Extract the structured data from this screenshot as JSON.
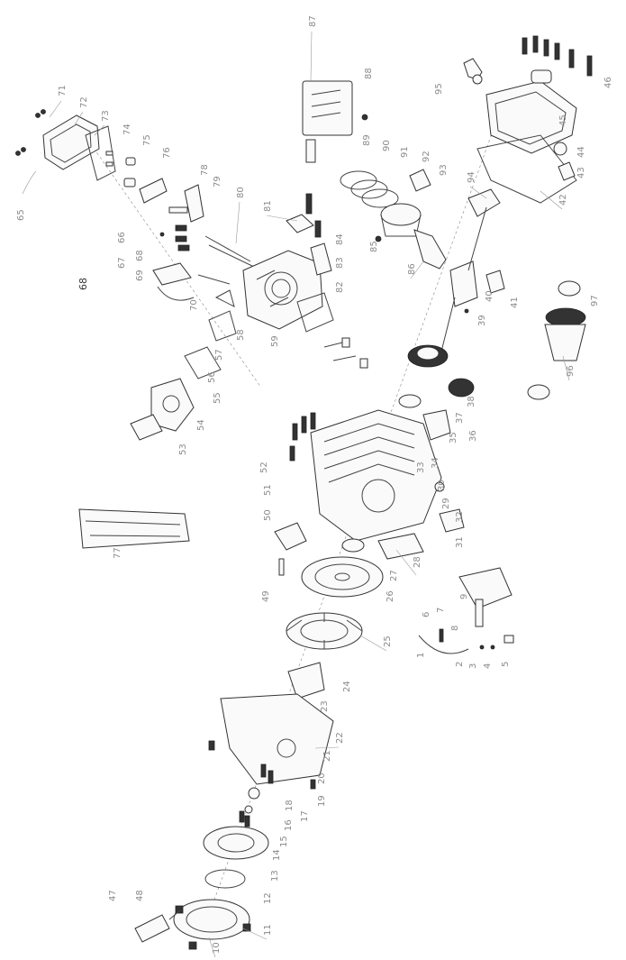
{
  "diagram": {
    "callouts": [
      "71",
      "72",
      "73",
      "74",
      "75",
      "76",
      "77",
      "78",
      "79",
      "80",
      "81",
      "82",
      "83",
      "84",
      "85",
      "86",
      "87",
      "88",
      "89",
      "90",
      "91",
      "92",
      "93",
      "94",
      "95",
      "96",
      "97",
      "65",
      "66",
      "67",
      "68",
      "69",
      "70",
      "59",
      "58",
      "57",
      "56",
      "55",
      "54",
      "53",
      "52",
      "51",
      "50",
      "49",
      "48",
      "47",
      "46",
      "45",
      "44",
      "43",
      "42",
      "41",
      "40",
      "39",
      "38",
      "37",
      "36",
      "35",
      "34",
      "33",
      "32",
      "31",
      "30",
      "29",
      "28",
      "27",
      "26",
      "25",
      "24",
      "23",
      "22",
      "21",
      "20",
      "19",
      "18",
      "17",
      "16",
      "15",
      "14",
      "13",
      "12",
      "11",
      "10",
      "9",
      "8",
      "7",
      "6",
      "5",
      "4",
      "3",
      "2",
      "1"
    ],
    "page_marker": "68"
  }
}
